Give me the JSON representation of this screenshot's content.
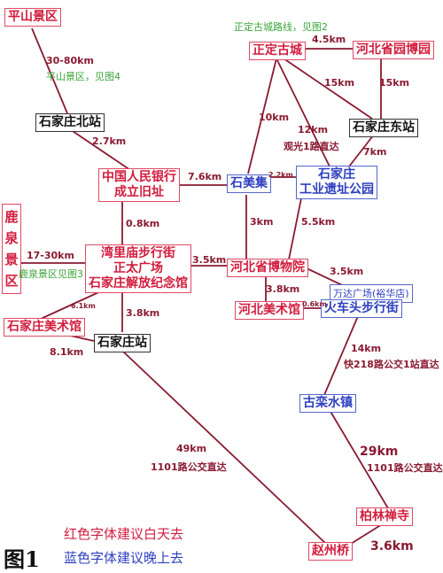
{
  "nodes": {
    "pingshan": "平山景区",
    "zhengding": "正定古城",
    "hebei_garden": "河北省园博园",
    "sjz_north": "石家庄北站",
    "sjz_east": "石家庄东站",
    "pboc": "中国人民银行\n成立旧址",
    "shimeiji": "石美集",
    "industrial": "石家庄\n工业遗址公园",
    "luquan": "鹿\n泉\n景\n区",
    "wanlimiao": "湾里庙步行街\n正太广场\n石家庄解放纪念馆",
    "hebei_museum": "河北省博物院",
    "hebei_art": "河北美术馆",
    "wanda": "万达广场(裕华店)",
    "huochetou": "火车头步行街",
    "sjz_art": "石家庄美术馆",
    "sjz_station": "石家庄站",
    "guluan": "古栾水镇",
    "bailin": "柏林禅寺",
    "zhaozhou": "赵州桥"
  },
  "labels": {
    "pingshan_km": "30-80km",
    "pingshan_note": "平山景区，见图4",
    "zhengding_note": "正定古城路线，见图2",
    "zd_garden": "4.5km",
    "zd_east": "15km",
    "garden_east": "15km",
    "zd_shimeiji": "10km",
    "zd_industrial": "12km",
    "sightseeing": "观光1路直达",
    "north_pboc": "2.7km",
    "east_industrial": "7km",
    "pboc_shimeiji": "7.6km",
    "shimeiji_industrial": "2.2km",
    "pboc_wanli": "0.8km",
    "shimeiji_museum": "3km",
    "industrial_museum": "5.5km",
    "luquan_km": "17-30km",
    "luquan_note": "鹿泉景区见图3",
    "wanli_museum": "3.5km",
    "museum_hcht": "3.5km",
    "museum_art": "3.8km",
    "art_hcht": "0.6km",
    "wanli_sjzart": "6.1km",
    "wanli_station": "3.8km",
    "sjzart_station": "8.1km",
    "hcht_guluan": "14km",
    "bus_218": "快218路公交1站直达",
    "guluan_bailin": "29km",
    "bus_1101_right": "1101路公交直达",
    "station_zhaozhou": "49km",
    "bus_1101_left": "1101路公交直达",
    "bailin_zhaozhou": "3.6km"
  },
  "legend": {
    "red_text": "红色字体建议白天去",
    "blue_text": "蓝色字体建议晚上去",
    "red_color": "#d21c3c",
    "blue_color": "#2c3fbf"
  },
  "figure_label": "图1",
  "colors": {
    "line": "#8a1a30",
    "red": "#d21c3c",
    "blue": "#2c3fbf",
    "green": "#3aa53a"
  }
}
